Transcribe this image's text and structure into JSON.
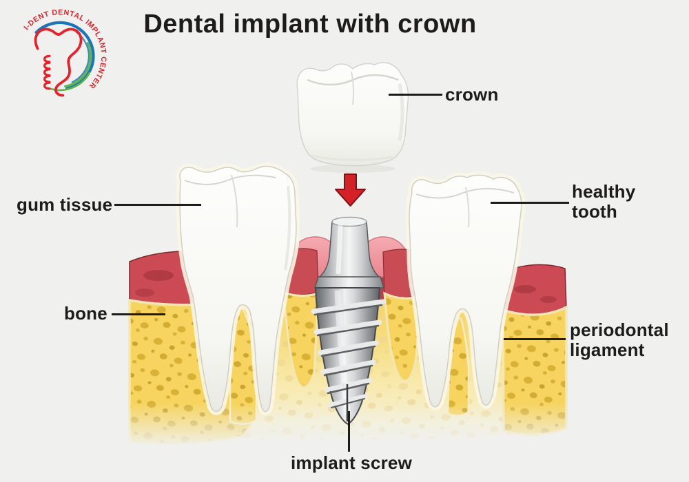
{
  "logo": {
    "arc_text": "I-DENT DENTAL IMPLANT CENTER"
  },
  "title": "Dental implant with crown",
  "labels": {
    "crown": "crown",
    "gum_tissue": "gum tissue",
    "healthy_tooth": "healthy tooth",
    "bone": "bone",
    "periodontal_ligament": "periodontal ligament",
    "implant_screw": "implant screw"
  },
  "colors": {
    "background": "#f0f1ee",
    "ink": "#1d1c1a",
    "logo_red": "#e62129",
    "logo_blue": "#1b75bb",
    "logo_green": "#62b54a",
    "arrow_red": "#d42127",
    "gum_pink": "#ef9098",
    "gum_red": "#cb4a53",
    "gum_dark_red": "#9c3039",
    "bone_yellow": "#f6d45f",
    "bone_spot": "#d8b135",
    "bone_outline": "#f4e6b5",
    "tooth_white": "#fcfcfa",
    "implant_metal_light": "#eff1f1",
    "implant_metal_dark": "#63666a"
  }
}
